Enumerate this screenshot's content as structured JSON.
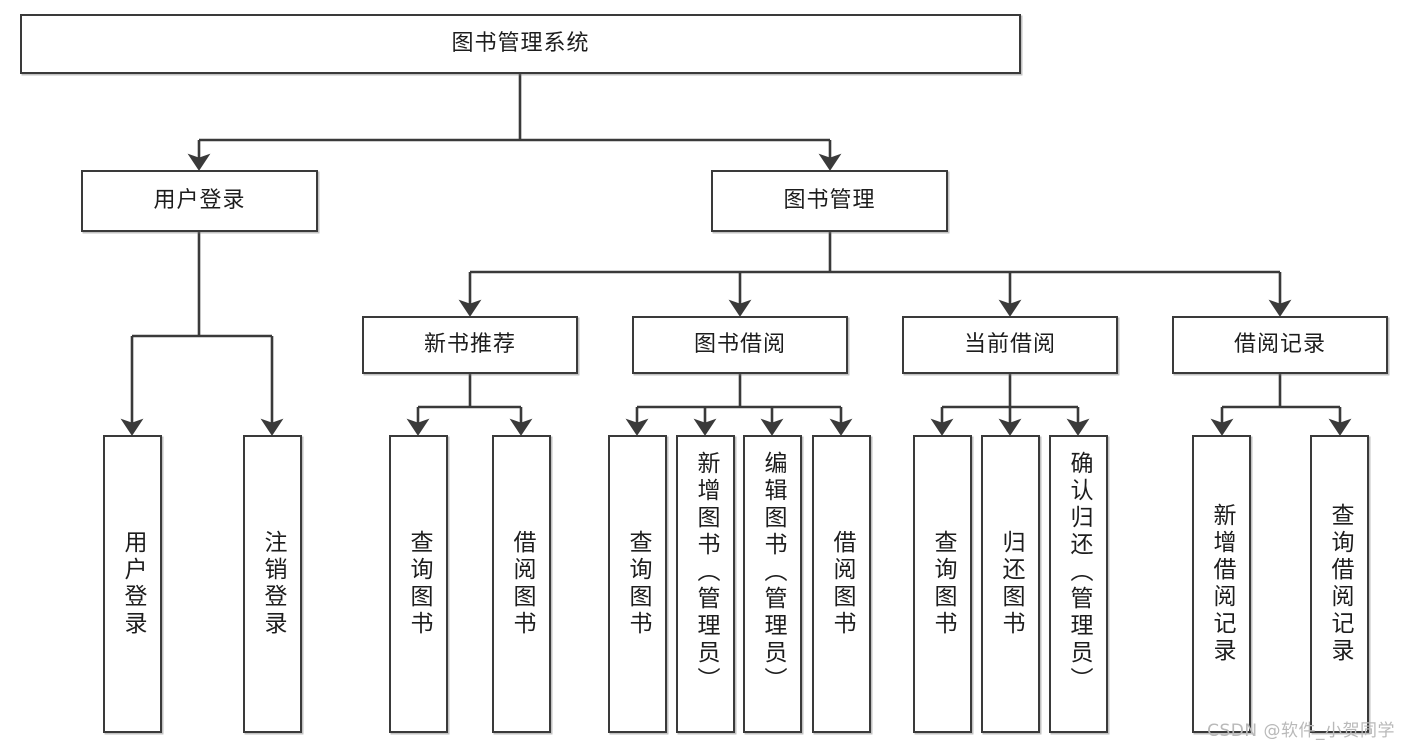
{
  "diagram": {
    "title": "图书管理系统",
    "type": "tree",
    "colors": {
      "border": "#3a3a3a",
      "background": "#ffffff",
      "text": "#1d1d1d",
      "edge": "#3a3a3a",
      "watermark": "#b9b9b9"
    },
    "levels": {
      "root": {
        "label": "图书管理系统"
      },
      "level2": [
        {
          "label": "用户登录"
        },
        {
          "label": "图书管理"
        }
      ],
      "level3": [
        {
          "label": "新书推荐"
        },
        {
          "label": "图书借阅"
        },
        {
          "label": "当前借阅"
        },
        {
          "label": "借阅记录"
        }
      ],
      "leaves": {
        "user_login": [
          {
            "label": "用户登录"
          },
          {
            "label": "注销登录"
          }
        ],
        "new_book": [
          {
            "label": "查询图书"
          },
          {
            "label": "借阅图书"
          }
        ],
        "book_borrow": [
          {
            "label": "查询图书"
          },
          {
            "label": "新增图书（管理员）"
          },
          {
            "label": "编辑图书（管理员）"
          },
          {
            "label": "借阅图书"
          }
        ],
        "current_borrow": [
          {
            "label": "查询图书"
          },
          {
            "label": "归还图书"
          },
          {
            "label": "确认归还（管理员）"
          }
        ],
        "borrow_record": [
          {
            "label": "新增借阅记录"
          },
          {
            "label": "查询借阅记录"
          }
        ]
      }
    }
  },
  "watermark": {
    "text": "CSDN @软件_小贺同学"
  }
}
